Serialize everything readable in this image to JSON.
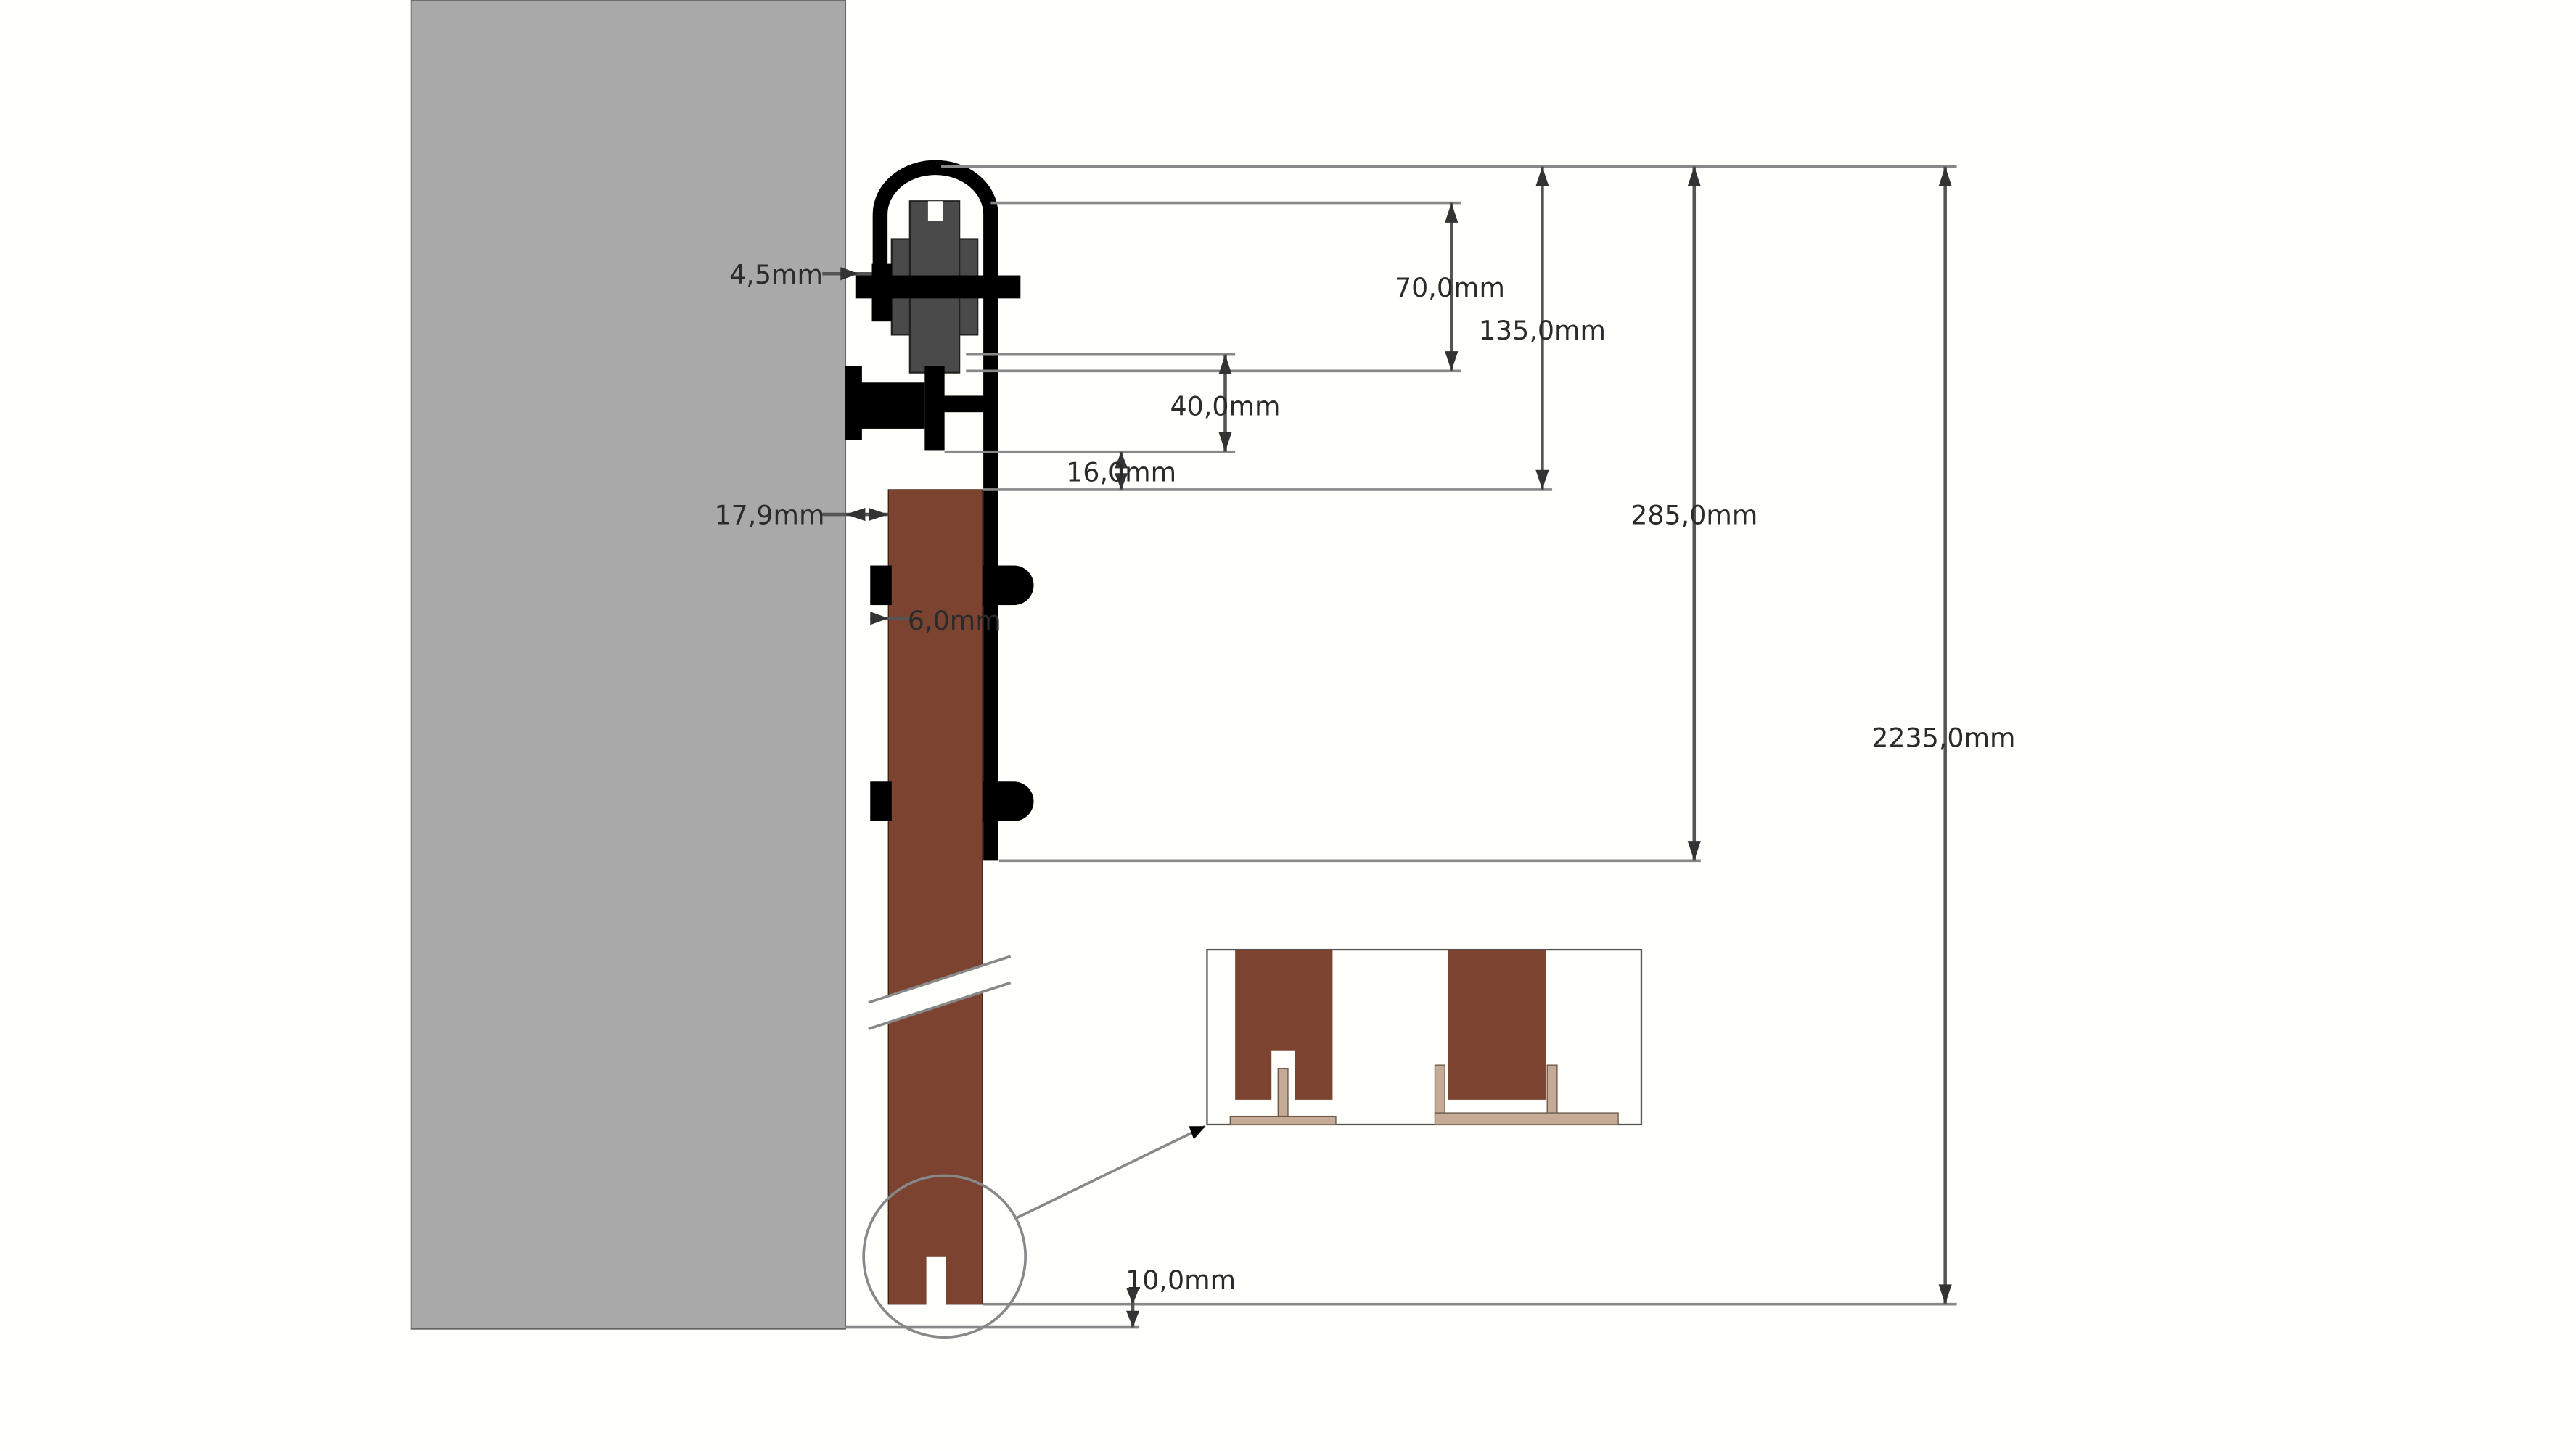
{
  "diagram": {
    "dimensions": {
      "d_4_5": "4,5mm",
      "d_70": "70,0mm",
      "d_135": "135,0mm",
      "d_40": "40,0mm",
      "d_16": "16,0mm",
      "d_17_9": "17,9mm",
      "d_285": "285,0mm",
      "d_6": "6,0mm",
      "d_2235": "2235,0mm",
      "d_10": "10,0mm"
    },
    "colors": {
      "wall": "#a9a9a9",
      "door": "#7b4330",
      "hardware": "#000000",
      "wheel": "#4a4a4a",
      "floor_guide": "#c5ab96",
      "background": "#fffffb"
    }
  }
}
